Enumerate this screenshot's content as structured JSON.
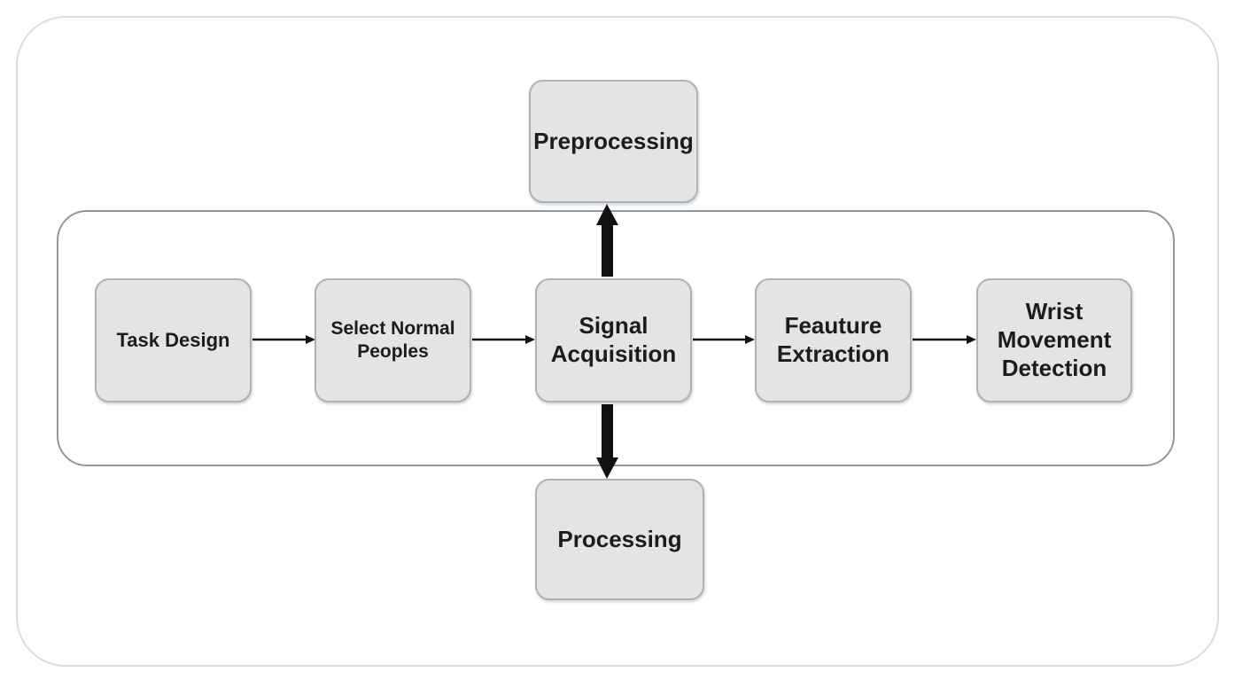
{
  "diagram": {
    "nodes": {
      "task_design": "Task Design",
      "select_normal_peoples": "Select Normal\nPeoples",
      "signal_acquisition": "Signal\nAcquisition",
      "feature_extraction": "Feauture\nExtraction",
      "wrist_movement_detection": "Wrist\nMovement\nDetection",
      "preprocessing": "Preprocessing",
      "processing": "Processing"
    },
    "edges": [
      {
        "from": "task_design",
        "to": "select_normal_peoples"
      },
      {
        "from": "select_normal_peoples",
        "to": "signal_acquisition"
      },
      {
        "from": "signal_acquisition",
        "to": "feature_extraction"
      },
      {
        "from": "feature_extraction",
        "to": "wrist_movement_detection"
      },
      {
        "from": "signal_acquisition",
        "to": "preprocessing"
      },
      {
        "from": "signal_acquisition",
        "to": "processing"
      }
    ],
    "colors": {
      "node_fill": "#e4e4e4",
      "node_border": "#a9b3bf",
      "arrow": "#111111"
    }
  }
}
